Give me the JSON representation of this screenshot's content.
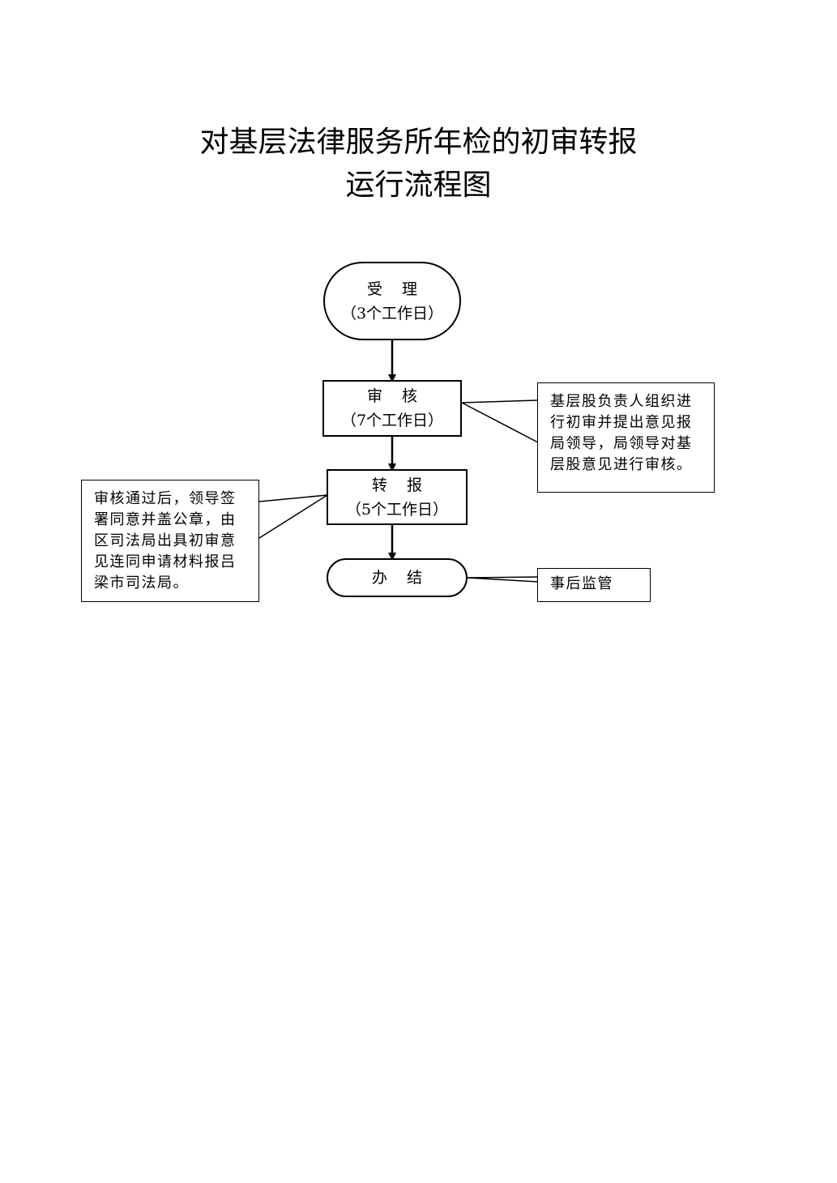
{
  "title": {
    "line1": "对基层法律服务所年检的初审转报",
    "line2": "运行流程图"
  },
  "nodes": {
    "accept": {
      "label": "受理",
      "duration": "（3个工作日）"
    },
    "review": {
      "label": "审核",
      "duration": "（7个工作日）"
    },
    "transfer": {
      "label": "转报",
      "duration": "（5个工作日）"
    },
    "complete": {
      "label": "办结"
    }
  },
  "notes": {
    "review_note": [
      "基层股负责人组织进",
      "行初审并提出意见报",
      "局领导，局领导对基",
      "层股意见进行审核。"
    ],
    "transfer_note": [
      "审核通过后，领导签",
      "署同意并盖公章，由",
      "区司法局出具初审意",
      "见连同申请材料报吕",
      "梁市司法局。"
    ],
    "complete_note": "事后监管"
  }
}
